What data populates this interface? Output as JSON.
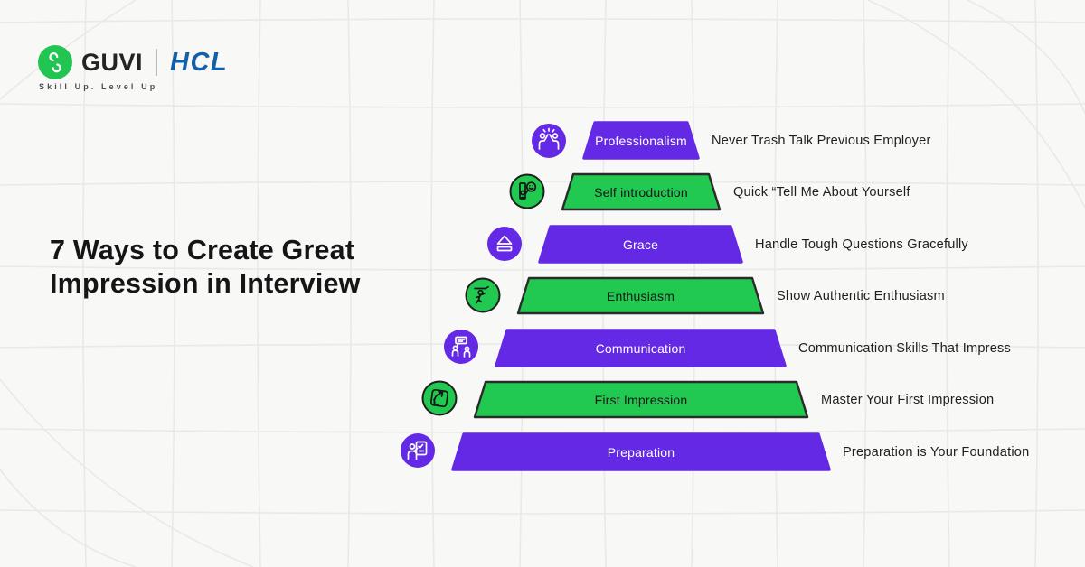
{
  "brand": {
    "guvi": "GUVI",
    "hcl": "HCL",
    "tagline": "Skill Up. Level Up"
  },
  "title_lines": {
    "line1": "7 Ways to Create Great",
    "line2": "Impression in Interview"
  },
  "colors": {
    "purple": "#6429e4",
    "green": "#22c951",
    "green_border": "#2b2b2b",
    "title": "#151515",
    "text": "#1f1f1f",
    "background": "#f8f8f7",
    "guvi_green": "#23c552",
    "hcl_blue": "#1261a8"
  },
  "pyramid": {
    "rows": [
      {
        "label": "Professionalism",
        "description": "Never Trash Talk Previous Employer",
        "color": "purple",
        "icon": "team-highfive-icon"
      },
      {
        "label": "Self introduction",
        "description": "Quick “Tell Me About Yourself",
        "color": "green",
        "icon": "person-speech-icon"
      },
      {
        "label": "Grace",
        "description": "Handle Tough Questions Gracefully",
        "color": "purple",
        "icon": "eject-icon"
      },
      {
        "label": "Enthusiasm",
        "description": "Show Authentic Enthusiasm",
        "color": "green",
        "icon": "jumping-person-icon"
      },
      {
        "label": "Communication",
        "description": "Communication Skills That Impress",
        "color": "purple",
        "icon": "people-chat-icon"
      },
      {
        "label": "First Impression",
        "description": "Master Your First Impression",
        "color": "green",
        "icon": "arrow-badge-icon"
      },
      {
        "label": "Preparation",
        "description": "Preparation is Your Foundation",
        "color": "purple",
        "icon": "checklist-board-icon"
      }
    ]
  }
}
